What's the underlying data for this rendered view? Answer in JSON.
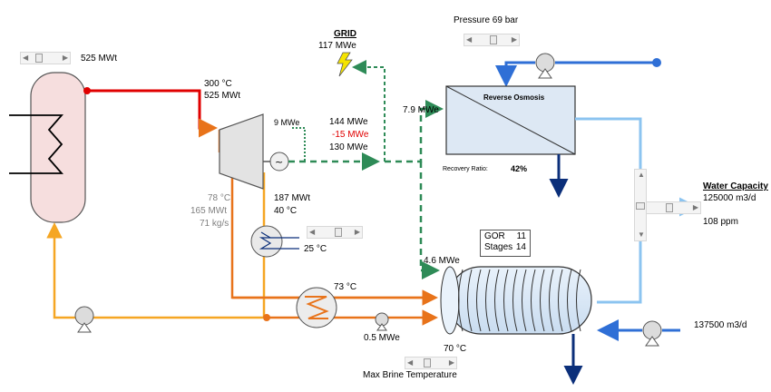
{
  "grid": {
    "title": "GRID",
    "power": "117 MWe"
  },
  "pressure": {
    "label": "Pressure 69 bar",
    "level": 0.5
  },
  "boiler": {
    "power": "525 MWt",
    "slider_level": 0.3
  },
  "steam": {
    "temperature": "300 °C",
    "power": "525 MWt"
  },
  "turbine": {
    "aux": "9 MWe",
    "gross": "144 MWe",
    "loss": "-15 MWe",
    "net": "130 MWe"
  },
  "ro": {
    "title": "Reverse Osmosis",
    "feed_power": "7.9 MWe",
    "recovery_label": "Recovery Ratio:",
    "recovery_value": "42%"
  },
  "return_line": {
    "temperature": "78 °C",
    "power": "165 MWt",
    "flow": "71 kg/s"
  },
  "condenser": {
    "power": "187 MWt",
    "temperature": "40 °C"
  },
  "cooler": {
    "temperature": "25 °C",
    "slider_level": 0.55
  },
  "heater": {
    "temperature": "73 °C"
  },
  "med": {
    "gor_label": "GOR",
    "gor_value": "11",
    "stages_label": "Stages",
    "stages_value": "14",
    "power": "4.6 MWe",
    "brine_temperature": "70 °C",
    "slider_label": "Max Brine Temperature",
    "slider_level": 0.4
  },
  "pump": {
    "power": "0.5 MWe"
  },
  "water": {
    "title": "Water Capacity",
    "capacity": "125000 m3/d",
    "salinity": "108 ppm",
    "intake": "137500 m3/d"
  },
  "colors": {
    "steam": "#e00000",
    "hot_water": "#e8731a",
    "feed_water": "#f5a623",
    "electric": "#2e8b57",
    "seawater": "#2f6fd6",
    "product": "#8cc4f0",
    "brine": "#0b2f7a"
  }
}
